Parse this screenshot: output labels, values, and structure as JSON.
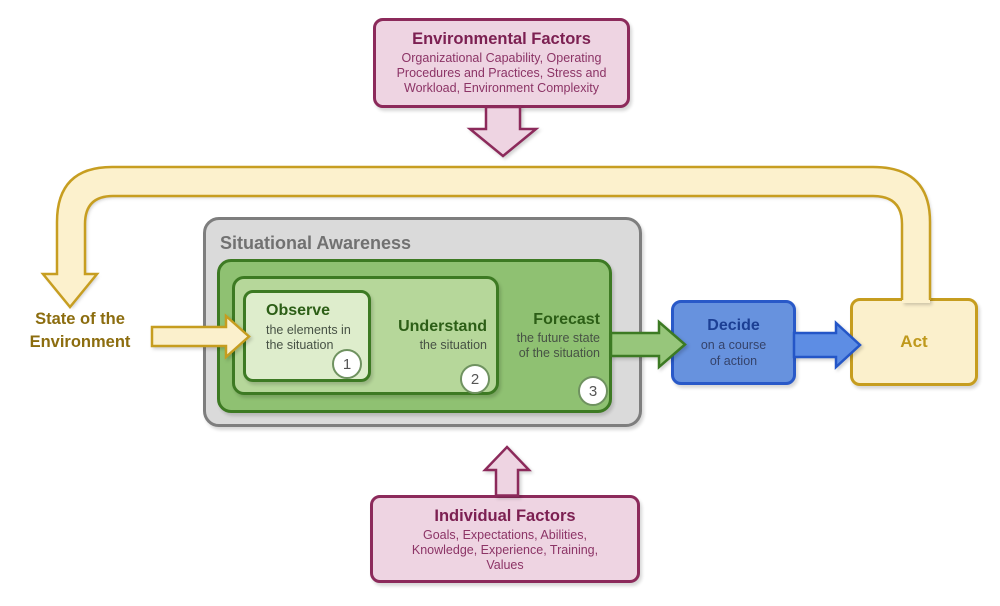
{
  "env_factors": {
    "title": "Environmental Factors",
    "body": "Organizational Capability, Operating\nProcedures and Practices, Stress and\nWorkload, Environment Complexity"
  },
  "individual_factors": {
    "title": "Individual Factors",
    "body": "Goals, Expectations, Abilities,\nKnowledge, Experience, Training,\nValues"
  },
  "state_label": "State of the\nEnvironment",
  "sa": {
    "title": "Situational Awareness",
    "observe": {
      "title": "Observe",
      "subtitle": "the elements in\nthe situation",
      "number": "1"
    },
    "understand": {
      "title": "Understand",
      "subtitle": "the situation",
      "number": "2"
    },
    "forecast": {
      "title": "Forecast",
      "subtitle": "the future state\nof the situation",
      "number": "3"
    }
  },
  "decide": {
    "title": "Decide",
    "subtitle": "on a course\nof action"
  },
  "act": {
    "title": "Act"
  },
  "colors": {
    "pink_fill": "#eed4e2",
    "maroon": "#8c2a5b",
    "cream_fill": "#fbf0cc",
    "gold": "#c69d1f",
    "gold_text": "#8c6d0f",
    "gray_fill": "#dadada",
    "gray_border": "#7e7e7e",
    "green_dark": "#3d7a23",
    "green_l1": "#8fc172",
    "green_l2": "#b6d79a",
    "green_l3": "#deedcc",
    "blue_fill": "#6792de",
    "blue_border": "#2959c8",
    "green_arrow": "#97c67b",
    "blue_arrow": "#5d8de4"
  }
}
